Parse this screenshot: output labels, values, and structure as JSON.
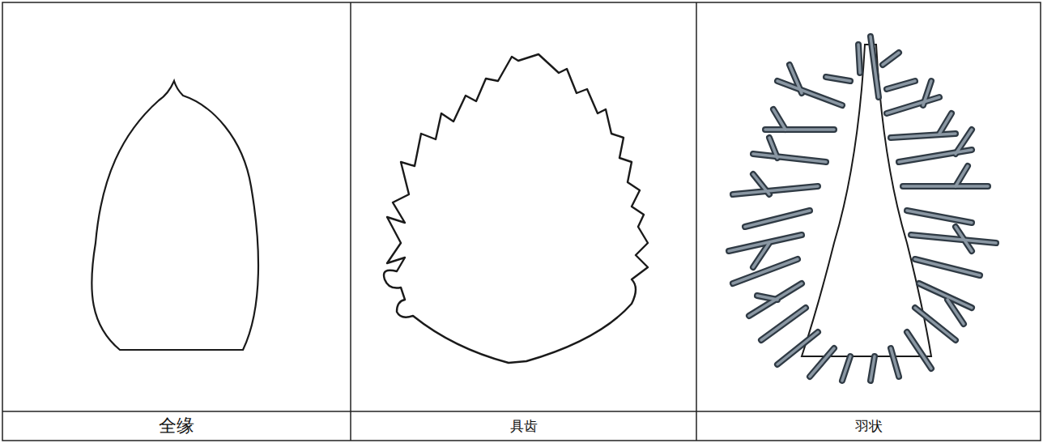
{
  "diagram": {
    "labels": [
      "全缘",
      "具齿",
      "羽状"
    ]
  }
}
